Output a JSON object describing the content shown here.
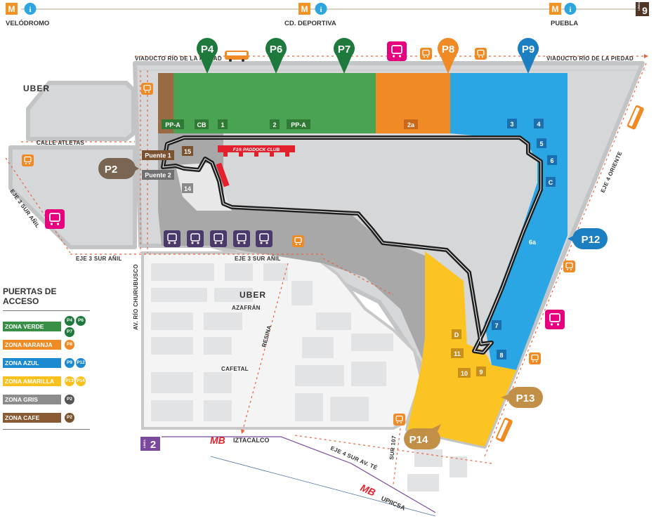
{
  "metro_stations": [
    {
      "name": "VELÓDROMO",
      "icon": "metro-icon",
      "info_icon": "info-icon"
    },
    {
      "name": "CD. DEPORTIVA",
      "icon": "metro-icon",
      "info_icon": "info-icon"
    },
    {
      "name": "PUEBLA",
      "icon": "metro-icon",
      "info_icon": "info-icon"
    }
  ],
  "line_badge": {
    "top": "LÍNEA",
    "number": "9"
  },
  "streets": {
    "viaducto_left": "VIADUCTO RÍO DE LA PIEDAD",
    "viaducto_right": "VIADUCTO RÍO DE LA PIEDAD",
    "calle_atletas": "CALLE ATLETAS",
    "eje3_left": "EJE 3 SUR AÑIL",
    "eje3_bottom_left": "EJE 3 SUR AÑIL",
    "eje3_bottom_right": "EJE 3 SUR AÑIL",
    "churubusco": "AV. RÍO CHURUBUSCO",
    "eje4_oriente": "EJE 4 ORIENTE",
    "eje4_sur": "EJE 4 SUR AV. TÉ",
    "resina": "RESINA",
    "azafran": "AZAFRÁN",
    "cafetal": "CAFETAL",
    "sur107": "SUR 107"
  },
  "uber_labels": [
    "UBER",
    "UBER"
  ],
  "gates": {
    "p2": "P2",
    "p4": "P4",
    "p6": "P6",
    "p7": "P7",
    "p8": "P8",
    "p9": "P9",
    "p12": "P12",
    "p13": "P13",
    "p14": "P14"
  },
  "sections": {
    "ppa1": "PP-A",
    "cb": "CB",
    "s1": "1",
    "s2": "2",
    "ppa2": "PP-A",
    "s2a": "2a",
    "s3": "3",
    "s4": "4",
    "s5": "5",
    "s6": "6",
    "sc": "C",
    "s6a": "6a",
    "s7": "7",
    "s8": "8",
    "s9": "9",
    "s10": "10",
    "s11": "11",
    "sd": "D",
    "s14": "14",
    "s15": "15"
  },
  "bridges": {
    "puente1": "Puente 1",
    "puente2": "Puente 2"
  },
  "paddock": "F1® PADDOCK CLUB",
  "mb_stations": {
    "mb_logo": "MB",
    "iztacalco": "IZTACALCO",
    "upiicsa": "UPIICSA"
  },
  "linea2_badge": {
    "top": "LÍNEA",
    "number": "2"
  },
  "legend": {
    "title": "PUERTAS DE ACCESO",
    "rows": [
      {
        "label": "ZONA VERDE",
        "color": "#3a8f46",
        "gates": [
          "P4",
          "P6",
          "P7"
        ],
        "gate_color": "#1e7a3c"
      },
      {
        "label": "ZONA NARANJA",
        "color": "#f08a24",
        "gates": [
          "P8"
        ],
        "gate_color": "#f08a24"
      },
      {
        "label": "ZONA AZUL",
        "color": "#1c8ad0",
        "gates": [
          "P9",
          "P12"
        ],
        "gate_color": "#1c8ad0"
      },
      {
        "label": "ZONA AMARILLA",
        "color": "#f9c11d",
        "gates": [
          "P13",
          "P14"
        ],
        "gate_color": "#f9c11d"
      },
      {
        "label": "ZONA GRIS",
        "color": "#8c8c8c",
        "gates": [
          "P2"
        ],
        "gate_color": "#555555"
      },
      {
        "label": "ZONA CAFE",
        "color": "#8a5a34",
        "gates": [
          "P2"
        ],
        "gate_color": "#7a5230"
      }
    ]
  },
  "colors": {
    "green": "#4aa352",
    "orange": "#f08a24",
    "blue": "#29a6e3",
    "yellow": "#fcc423",
    "gray": "#a8a8a9",
    "lightgray": "#d6d7d9",
    "brown": "#9a6b43",
    "bus_purple": "#4a3a6c",
    "pink": "#e6007e",
    "dashed_route": "#e8643c",
    "gate_green": "#1e7a3c",
    "gate_blue": "#1c7fc1",
    "gate_orange": "#f08a24",
    "gate_brown": "#7a6552",
    "gate_tan": "#c28f47",
    "metro_orange": "#f29325",
    "info_blue": "#2da6e0"
  }
}
